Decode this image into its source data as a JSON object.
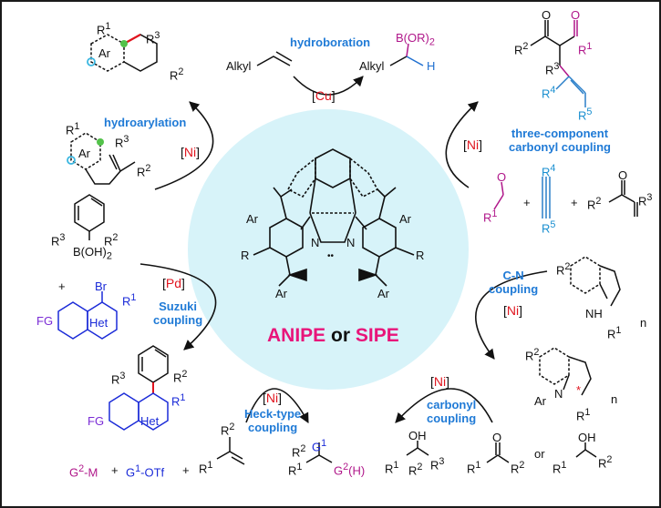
{
  "colors": {
    "background": "#ffffff",
    "center_circle": "#d7f3f9",
    "label_blue": "#1f7ad6",
    "catalyst_red": "#e0141e",
    "anipe_pink": "#e8157a",
    "boron_magenta": "#b0178a",
    "hetero_blue": "#1b2bd8",
    "fg_violet": "#7a2bd6",
    "alkene_teal": "#2a7fc9"
  },
  "center": {
    "title_part1": "ANIPE",
    "title_join": "or",
    "title_part2": "SIPE",
    "ligand_atoms": {
      "n_left": "N",
      "n_right": "N",
      "carbene": "••",
      "ar_tl": "Ar",
      "ar_tr": "Ar",
      "ar_bl": "Ar",
      "ar_br": "Ar",
      "r_left": "R",
      "r_right": "R"
    }
  },
  "reactions": {
    "hydroboration": {
      "label": "hydroboration",
      "catalyst": "Cu",
      "substrate": "Alkyl",
      "product_alkyl": "Alkyl",
      "boron": "B(OR)",
      "boron_sub": "2",
      "hydrogen": "H"
    },
    "three_component": {
      "label_line1": "three-component",
      "label_line2": "carbonyl coupling",
      "catalyst": "Ni",
      "prod_r2": "R",
      "prod_r2_sup": "2",
      "prod_r1": "R",
      "prod_r1_sup": "1",
      "prod_r3": "R",
      "prod_r3_sup": "3",
      "prod_r4": "R",
      "prod_r4_sup": "4",
      "prod_r5": "R",
      "prod_r5_sup": "5",
      "o_left": "O",
      "o_right": "O",
      "sm_r1": "R",
      "sm_r1_sup": "1",
      "sm_o": "O",
      "plus1": "+",
      "sm_r4": "R",
      "sm_r4_sup": "4",
      "sm_r5": "R",
      "sm_r5_sup": "5",
      "plus2": "+",
      "sm_o2": "O",
      "sm_r2": "R",
      "sm_r2_sup": "2",
      "sm_r3": "R",
      "sm_r3_sup": "3"
    },
    "cn_coupling": {
      "label_line1": "C-N",
      "label_line2": "coupling",
      "catalyst": "Ni",
      "sm_r2": "R",
      "sm_r2_sup": "2",
      "sm_nh": "NH",
      "sm_r1": "R",
      "sm_r1_sup": "1",
      "sm_n": "n",
      "prod_r2": "R",
      "prod_r2_sup": "2",
      "prod_ar": "Ar",
      "prod_n": "N",
      "prod_star": "*",
      "prod_r1": "R",
      "prod_r1_sup": "1",
      "prod_sub_n": "n"
    },
    "carbonyl_coupling": {
      "label_line1": "carbonyl",
      "label_line2": "coupling",
      "catalyst": "Ni",
      "prod_oh": "OH",
      "prod_r1": "R",
      "prod_r1_sup": "1",
      "prod_r2": "R",
      "prod_r2_sup": "2",
      "prod_r3": "R",
      "prod_r3_sup": "3",
      "sm_o": "O",
      "sm_r1": "R",
      "sm_r1_sup": "1",
      "sm_r2": "R",
      "sm_r2_sup": "2",
      "or": "or",
      "sm2_oh": "OH",
      "sm2_r1": "R",
      "sm2_r1_sup": "1",
      "sm2_r2": "R",
      "sm2_r2_sup": "2"
    },
    "heck": {
      "label_line1": "Heck-type",
      "label_line2": "coupling",
      "catalyst": "Ni",
      "g2m": "G",
      "g2m_sup": "2",
      "g2m_tail": "-M",
      "plus1": "+",
      "g1otf": "G",
      "g1otf_sup": "1",
      "g1otf_tail": "-OTf",
      "plus2": "+",
      "alk_r2": "R",
      "alk_r2_sup": "2",
      "alk_r1": "R",
      "alk_r1_sup": "1",
      "prod_r2": "R",
      "prod_r2_sup": "2",
      "prod_g1": "G",
      "prod_g1_sup": "1",
      "prod_r1": "R",
      "prod_r1_sup": "1",
      "prod_g2": "G",
      "prod_g2_sup": "2",
      "prod_g2_tail": "(H)"
    },
    "suzuki": {
      "label_line1": "Suzuki",
      "label_line2": "coupling",
      "catalyst": "Pd",
      "sm_r3": "R",
      "sm_r3_sup": "3",
      "sm_r2": "R",
      "sm_r2_sup": "2",
      "sm_b": "B(OH)",
      "sm_b_sub": "2",
      "plus": "+",
      "sm_br": "Br",
      "sm_r1": "R",
      "sm_r1_sup": "1",
      "sm_fg": "FG",
      "sm_het": "Het",
      "prod_r3": "R",
      "prod_r3_sup": "3",
      "prod_r2": "R",
      "prod_r2_sup": "2",
      "prod_r1": "R",
      "prod_r1_sup": "1",
      "prod_fg": "FG",
      "prod_het": "Het"
    },
    "hydroarylation": {
      "label": "hydroarylation",
      "catalyst": "Ni",
      "prod_r1": "R",
      "prod_r1_sup": "1",
      "prod_ar": "Ar",
      "prod_r3": "R",
      "prod_r3_sup": "3",
      "prod_r2": "R",
      "prod_r2_sup": "2",
      "sm_r1": "R",
      "sm_r1_sup": "1",
      "sm_ar": "Ar",
      "sm_r3": "R",
      "sm_r3_sup": "3",
      "sm_r2": "R",
      "sm_r2_sup": "2"
    }
  }
}
